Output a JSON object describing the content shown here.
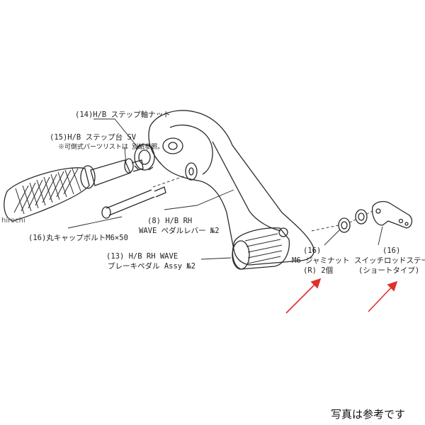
{
  "labels": {
    "p14": "(14)H/B ステップ軸ナット",
    "p15": "(15)H/B ステップ台 SV",
    "p15_note": "※可倒式パーツリストは 別紙参照。",
    "p16_bolt": "(16)丸キャップボルトM6×50",
    "p8_l1": "(8) H/B RH",
    "p8_l2": "WAVE ペダルレバー №2",
    "p13_l1": "(13) H/B RH WAVE",
    "p13_l2": "ブレーキペダル Assy №2",
    "m6_l1": "(16)",
    "m6_l2": "M6 ジャミナット",
    "m6_l3": "(R) 2個",
    "rod_l1": "(16)",
    "rod_l2": "スイッチロッドステー",
    "rod_l3": "(ショートタイプ)"
  },
  "watermark": "hirochi",
  "caption": "写真は参考です",
  "colors": {
    "line": "#2a2a2a",
    "arrow": "#e0302a",
    "background": "#ffffff"
  }
}
